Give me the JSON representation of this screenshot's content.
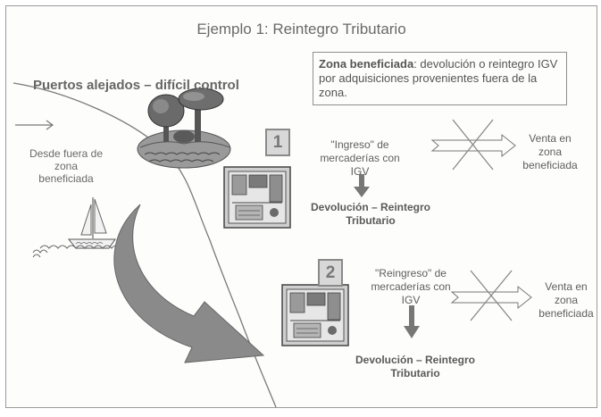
{
  "title": "Ejemplo 1: Reintegro Tributario",
  "subtitle": "Puertos alejados – difícil control",
  "origin_label": "Desde fuera de zona beneficiada",
  "zone_box": {
    "heading": "Zona beneficiada",
    "text": ": devolución o reintegro IGV por adquisiciones provenientes fuera de la zona."
  },
  "step1": {
    "number": "1",
    "entry_text": "\"Ingreso\" de mercaderías con IGV",
    "sale_text": "Venta en zona beneficiada",
    "refund_text": "Devolución – Reintegro Tributario"
  },
  "step2": {
    "number": "2",
    "entry_text": "\"Reingreso\" de mercaderías con IGV",
    "sale_text": "Venta en zona beneficiada",
    "refund_text": "Devolución – Reintegro Tributario"
  },
  "icons": [
    "island-trees-icon",
    "sailboat-icon",
    "store-icon",
    "curved-arrow-icon",
    "cross-icon"
  ],
  "colors": {
    "ink": "#5f5f5f",
    "fill": "#8a8a8a",
    "badge": "#d8d8d8"
  }
}
